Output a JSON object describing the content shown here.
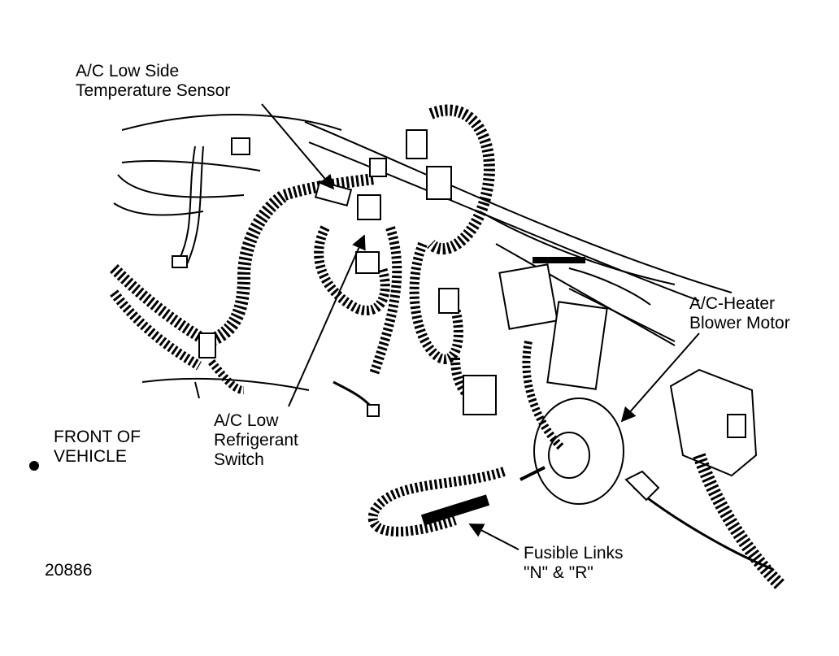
{
  "labels": {
    "ac_low_side_temp_sensor": [
      "A/C Low Side",
      "Temperature Sensor"
    ],
    "ac_heater_blower_motor": [
      "A/C-Heater",
      "Blower Motor"
    ],
    "ac_low_refrigerant_switch": [
      "A/C Low",
      "Refrigerant",
      "Switch"
    ],
    "front_of_vehicle": [
      "FRONT OF",
      "VEHICLE"
    ],
    "fusible_links": [
      "Fusible Links",
      "\"N\" & \"R\""
    ]
  },
  "figure_number": "20886",
  "colors": {
    "ink": "#000000",
    "paper": "#ffffff"
  }
}
